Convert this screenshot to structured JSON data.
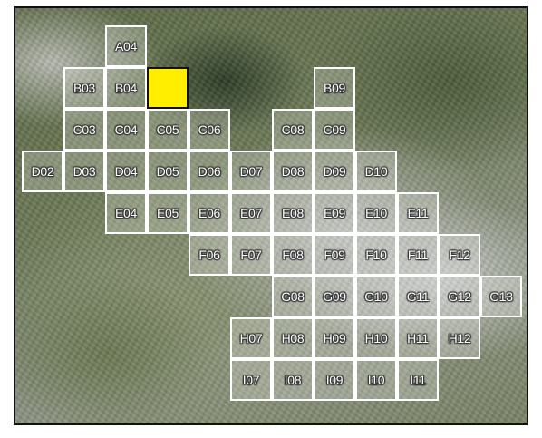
{
  "map": {
    "selected_color": "#ffee00",
    "rows": [
      {
        "row": "A",
        "cols": [
          "04"
        ]
      },
      {
        "row": "B",
        "cols": [
          "03",
          "04",
          "05",
          "09"
        ],
        "labels": {
          "05": ""
        }
      },
      {
        "row": "C",
        "cols": [
          "03",
          "04",
          "05",
          "06",
          "08",
          "09"
        ]
      },
      {
        "row": "D",
        "cols": [
          "02",
          "03",
          "04",
          "05",
          "06",
          "07",
          "08",
          "09",
          "10"
        ]
      },
      {
        "row": "E",
        "cols": [
          "04",
          "05",
          "06",
          "07",
          "08",
          "09",
          "10",
          "11"
        ]
      },
      {
        "row": "F",
        "cols": [
          "06",
          "07",
          "08",
          "09",
          "10",
          "11",
          "12"
        ]
      },
      {
        "row": "G",
        "cols": [
          "08",
          "09",
          "10",
          "11",
          "12",
          "13"
        ]
      },
      {
        "row": "H",
        "cols": [
          "07",
          "08",
          "09",
          "10",
          "11",
          "12"
        ]
      },
      {
        "row": "I",
        "cols": [
          "07",
          "08",
          "09",
          "10",
          "11"
        ]
      }
    ],
    "selected_tile": "B05"
  }
}
